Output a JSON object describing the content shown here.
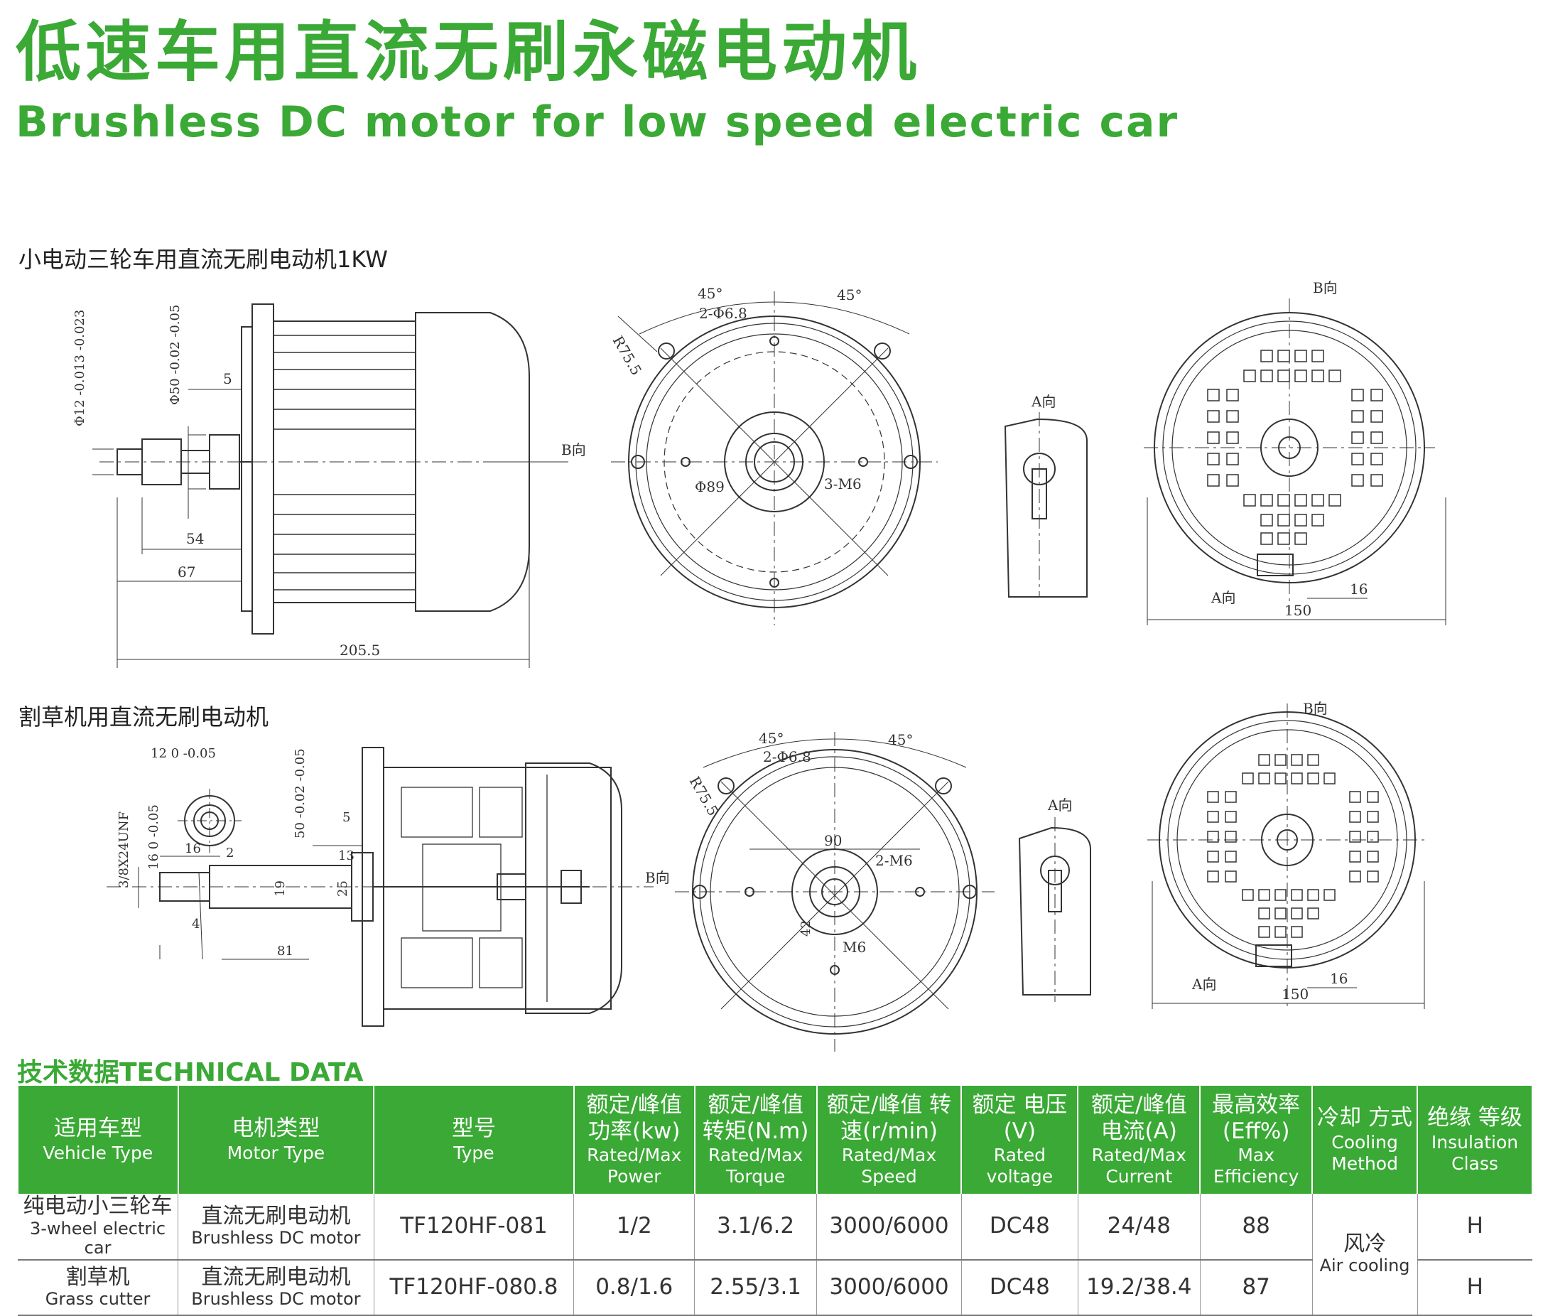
{
  "header": {
    "title_cn": "低速车用直流无刷永磁电动机",
    "title_en": "Brushless DC motor for low speed electric car"
  },
  "section1": {
    "label": "小电动三轮车用直流无刷电动机1KW",
    "dims": {
      "d12": "Φ12 -0.013 -0.023",
      "d50": "Φ50 -0.02 -0.05",
      "five": "5",
      "fiftyfour": "54",
      "sixtyseven": "67",
      "total": "205.5",
      "bdir": "B向",
      "deg45a": "45°",
      "deg45b": "45°",
      "holes": "2-Φ6.8",
      "radius": "R75.5",
      "phi89": "Φ89",
      "m6": "3-M6",
      "adir": "A向",
      "bdir_top": "B向",
      "adir_bottom": "A向",
      "w150": "150",
      "w16": "16"
    }
  },
  "section2": {
    "label": "割草机用直流无刷电动机",
    "dims": {
      "twelve": "12 0 -0.05",
      "thread": "3/8X24UNF",
      "sixteen_tol": "16 0 -0.05",
      "sixteen": "16",
      "two": "2",
      "four": "4",
      "fifty": "50 -0.02 -0.05",
      "five": "5",
      "thirteen": "13",
      "nineteen": "19",
      "twentyfive": "25",
      "eightyone": "81",
      "bdir": "B向",
      "deg45a": "45°",
      "deg45b": "45°",
      "holes": "2-Φ6.8",
      "radius": "R75.5",
      "ninety": "90",
      "m6two": "2-M6",
      "fortytwo": "42",
      "m6": "M6",
      "adir": "A向",
      "bdir_top": "B向",
      "adir_bottom": "A向",
      "w150": "150",
      "w16": "16"
    }
  },
  "technical": {
    "title": "技术数据TECHNICAL DATA",
    "headers": [
      {
        "cn": "适用车型",
        "en": "Vehicle Type"
      },
      {
        "cn": "电机类型",
        "en": "Motor Type"
      },
      {
        "cn": "型号",
        "en": "Type"
      },
      {
        "cn": "额定/峰值 功率(kw)",
        "en": "Rated/Max Power"
      },
      {
        "cn": "额定/峰值 转矩(N.m)",
        "en": "Rated/Max Torque"
      },
      {
        "cn": "额定/峰值 转速(r/min)",
        "en": "Rated/Max Speed"
      },
      {
        "cn": "额定 电压(V)",
        "en": "Rated voltage"
      },
      {
        "cn": "额定/峰值 电流(A)",
        "en": "Rated/Max Current"
      },
      {
        "cn": "最高效率 (Eff%)",
        "en": "Max Efficiency"
      },
      {
        "cn": "冷却 方式",
        "en": "Cooling Method"
      },
      {
        "cn": "绝缘 等级",
        "en": "Insulation Class"
      }
    ],
    "rows": [
      {
        "vehicle_cn": "纯电动小三轮车",
        "vehicle_en": "3-wheel electric car",
        "motor_cn": "直流无刷电动机",
        "motor_en": "Brushless DC motor",
        "type": "TF120HF-081",
        "power": "1/2",
        "torque": "3.1/6.2",
        "speed": "3000/6000",
        "voltage": "DC48",
        "current": "24/48",
        "efficiency": "88",
        "insulation": "H"
      },
      {
        "vehicle_cn": "割草机",
        "vehicle_en": "Grass cutter",
        "motor_cn": "直流无刷电动机",
        "motor_en": "Brushless DC motor",
        "type": "TF120HF-080.8",
        "power": "0.8/1.6",
        "torque": "2.55/3.1",
        "speed": "3000/6000",
        "voltage": "DC48",
        "current": "19.2/38.4",
        "efficiency": "87",
        "insulation": "H"
      }
    ],
    "cooling_cn": "风冷",
    "cooling_en": "Air cooling"
  }
}
